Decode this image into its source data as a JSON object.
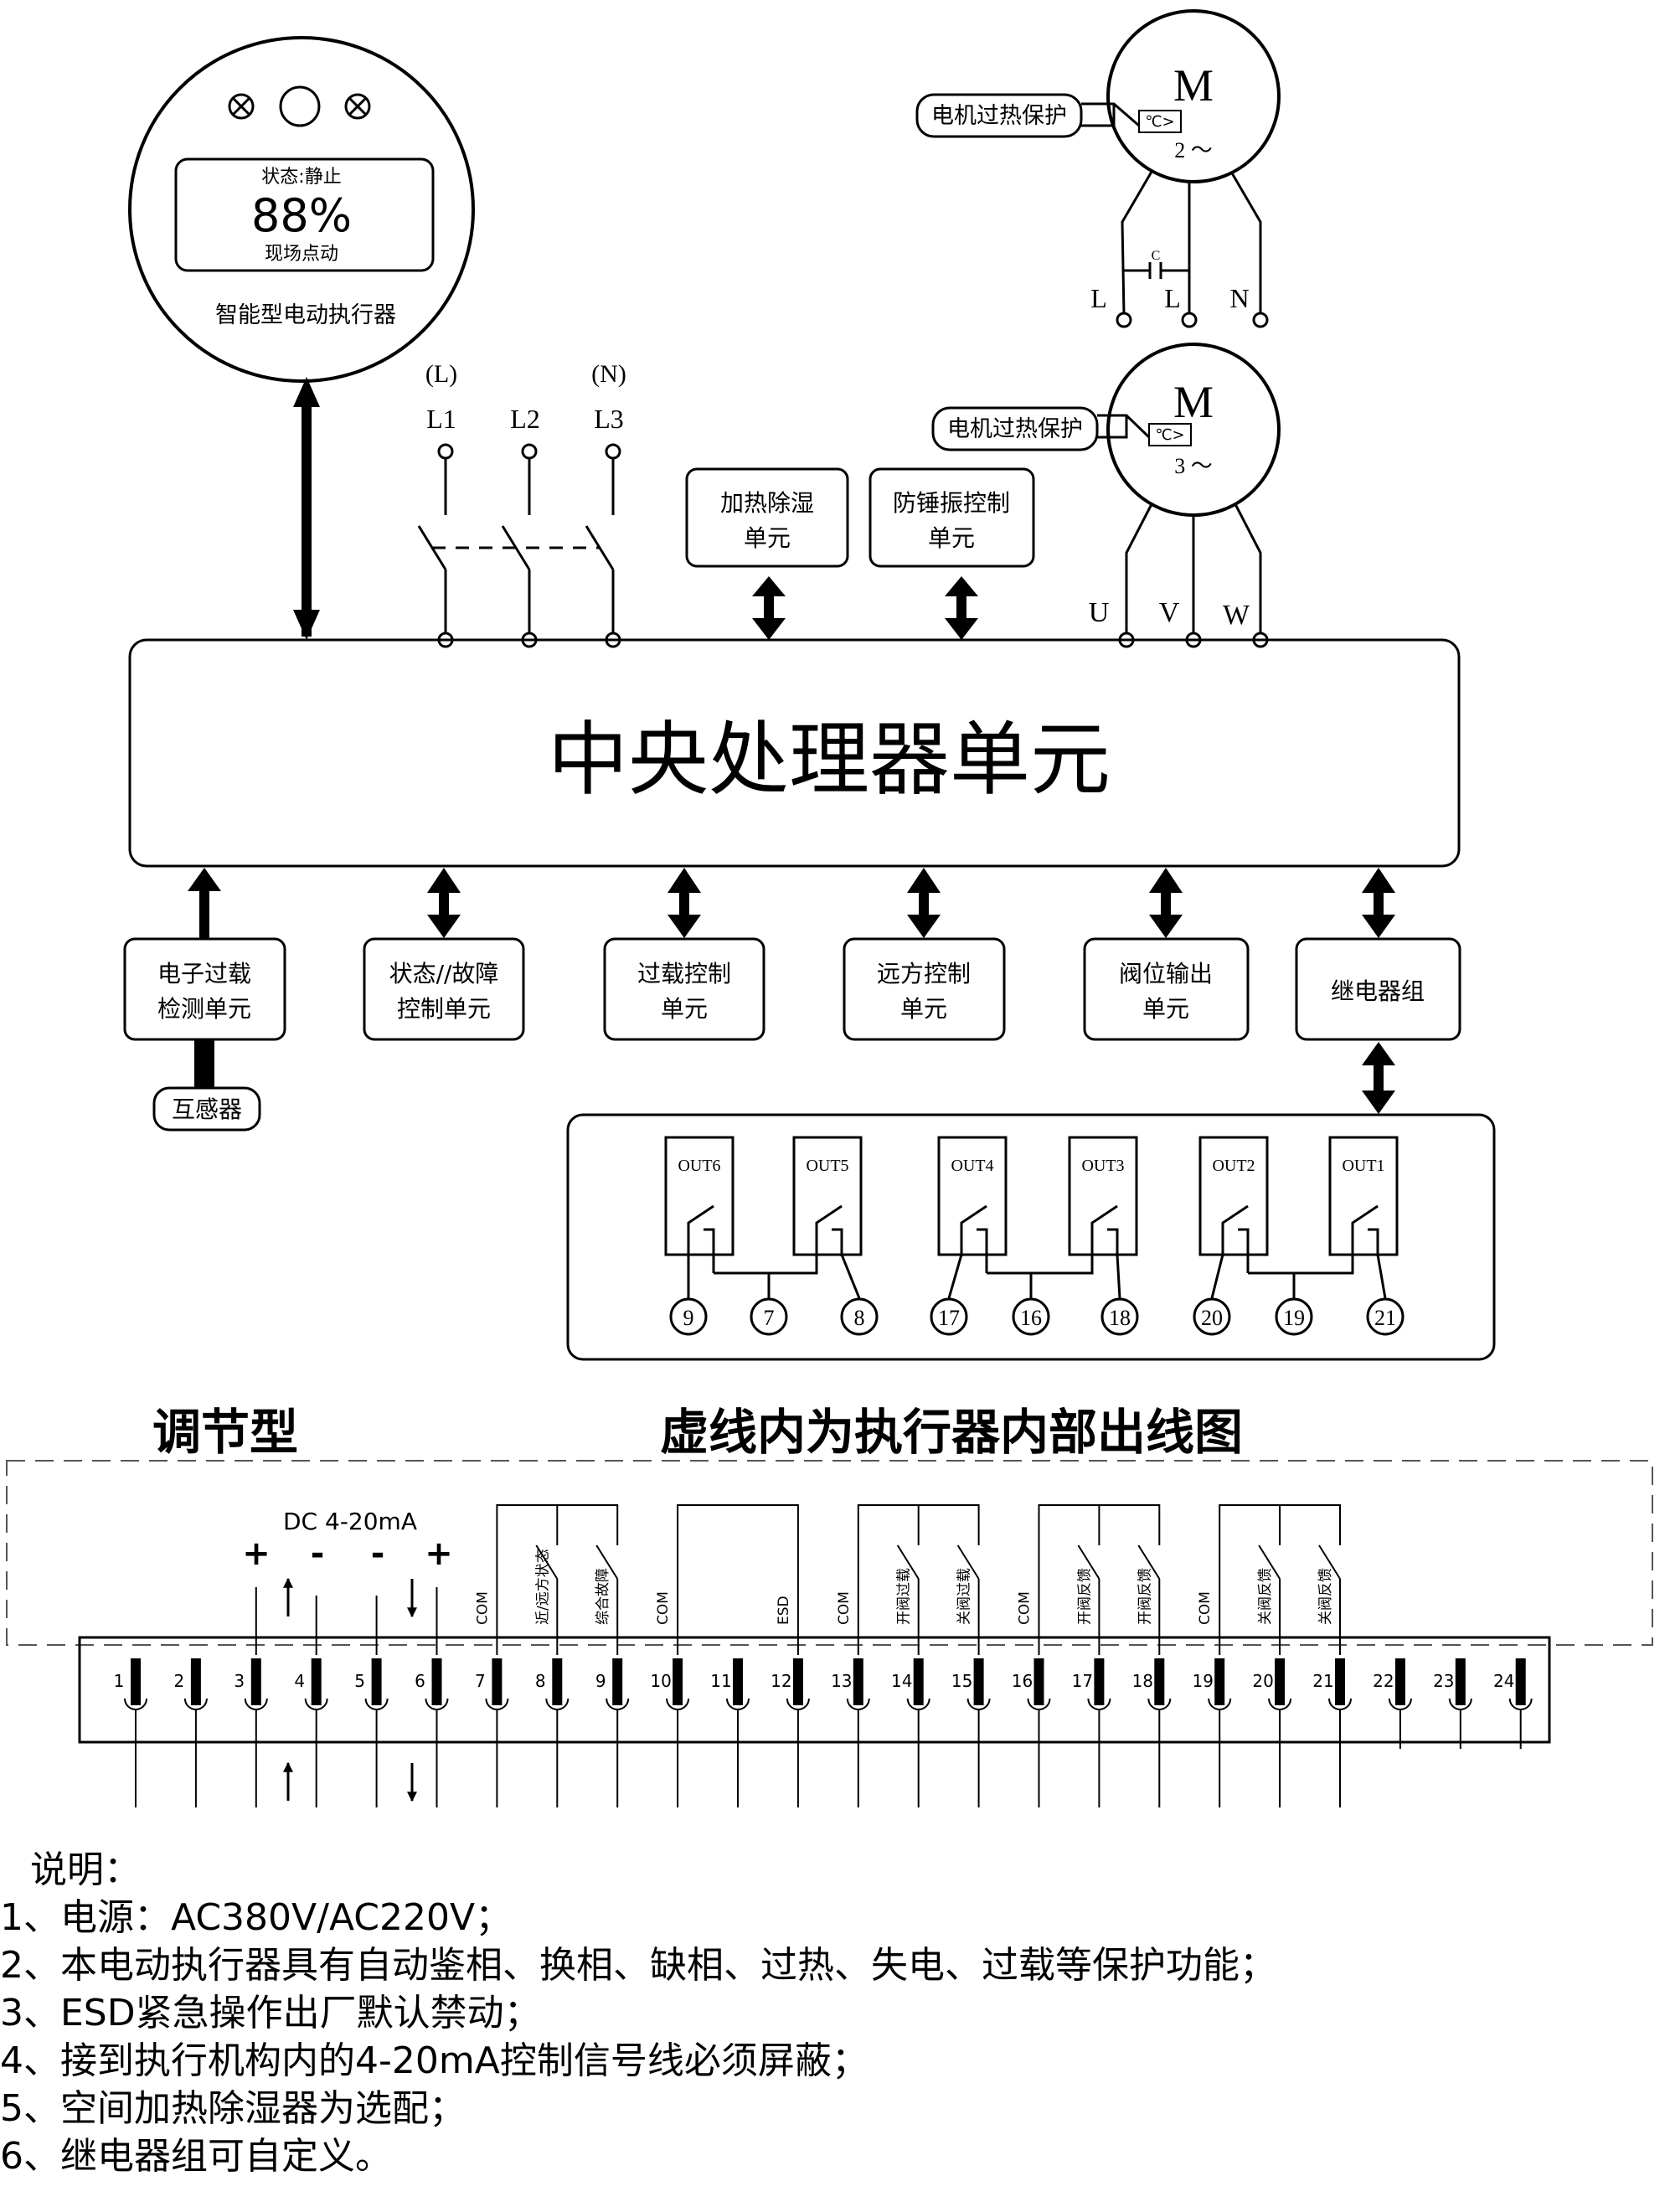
{
  "actuator": {
    "status_line": "状态:静止",
    "percent": "88%",
    "mode_line": "现场点动",
    "caption": "智能型电动执行器"
  },
  "motor_single_phase": {
    "letter": "M",
    "protection_label": "电机过热保护",
    "thermal_symbol": "℃>",
    "phase_label": "2 ～",
    "capacitor_label": "C",
    "terminals": [
      "L",
      "L",
      "N"
    ]
  },
  "motor_three_phase": {
    "letter": "M",
    "protection_label": "电机过热保护",
    "thermal_symbol": "℃>",
    "phase_label": "3 ～",
    "terminals": [
      "U",
      "V",
      "W"
    ]
  },
  "power": {
    "neutral_tags": [
      "(L)",
      "(N)"
    ],
    "lines": [
      "L1",
      "L2",
      "L3"
    ]
  },
  "top_units": [
    {
      "line1": "加热除湿",
      "line2": "单元"
    },
    {
      "line1": "防锤振控制",
      "line2": "单元"
    }
  ],
  "cpu": {
    "label": "中央处理器单元"
  },
  "bottom_units": [
    {
      "line1": "电子过载",
      "line2": "检测单元"
    },
    {
      "line1": "状态//故障",
      "line2": "控制单元"
    },
    {
      "line1": "过载控制",
      "line2": "单元"
    },
    {
      "line1": "远方控制",
      "line2": "单元"
    },
    {
      "line1": "阀位输出",
      "line2": "单元"
    },
    {
      "line1": "继电器组",
      "line2": ""
    }
  ],
  "transformer": {
    "label": "互感器"
  },
  "relays": {
    "outputs": [
      "OUT6",
      "OUT5",
      "OUT4",
      "OUT3",
      "OUT2",
      "OUT1"
    ],
    "terminals": [
      "9",
      "7",
      "8",
      "17",
      "16",
      "18",
      "20",
      "19",
      "21"
    ]
  },
  "section": {
    "type_title": "调节型",
    "dashed_title": "虚线内为执行器内部出线图"
  },
  "terminal_block": {
    "dc_label": "DC 4-20mA",
    "polarity": [
      "+",
      "-",
      "-",
      "+"
    ],
    "numbers": [
      "1",
      "2",
      "3",
      "4",
      "5",
      "6",
      "7",
      "8",
      "9",
      "10",
      "11",
      "12",
      "13",
      "14",
      "15",
      "16",
      "17",
      "18",
      "19",
      "20",
      "21",
      "22",
      "23",
      "24"
    ],
    "wire_labels": [
      "COM",
      "近/远方状态",
      "综合故障",
      "COM",
      "ESD",
      "COM",
      "开阀过载",
      "关阀过载",
      "COM",
      "开阀反馈",
      "开阀反馈",
      "COM",
      "关阀反馈",
      "关阀反馈"
    ]
  },
  "notes": {
    "heading": "说明：",
    "items": [
      "1、电源：AC380V/AC220V；",
      "2、本电动执行器具有自动鉴相、换相、缺相、过热、失电、过载等保护功能；",
      "3、ESD紧急操作出厂默认禁动；",
      "4、接到执行机构内的4-20mA控制信号线必须屏蔽；",
      "5、空间加热除湿器为选配；",
      "6、继电器组可自定义。"
    ]
  }
}
